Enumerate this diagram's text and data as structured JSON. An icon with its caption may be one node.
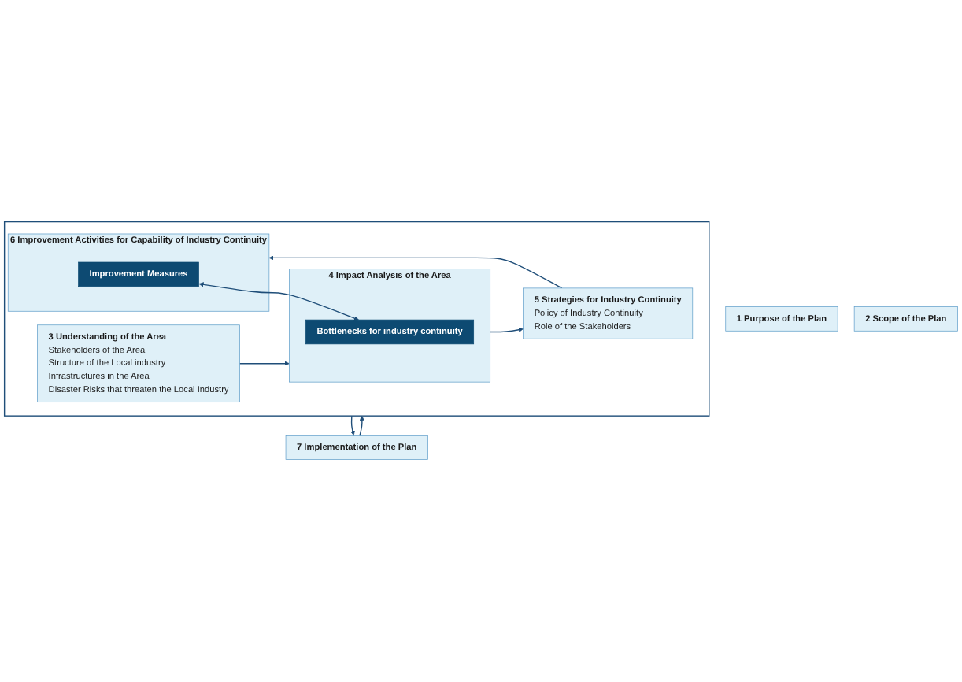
{
  "diagram": {
    "nodes": [
      {
        "text": [
          "1 Purpose of the Plan"
        ]
      },
      {
        "text": [
          "2 Scope of the Plan"
        ]
      },
      {
        "text": [],
        "shape": "box"
      },
      {
        "text": [
          "3 Understanding of the Area",
          "Stakeholders of the Area",
          "Structure of the Local industry",
          "Infrastructures in the Area",
          "Disaster Risks that threaten the Local Industry"
        ],
        "in": 2
      },
      {
        "text": [
          "4 Impact Analysis of the Area"
        ],
        "in": 2
      },
      {
        "text": [
          "Bottlenecks for industry continuity"
        ],
        "in": 4
      },
      {
        "text": [
          "5 Strategies for Industry Continuity",
          "Policy of Industry Continuity",
          "Role of the Stakeholders"
        ],
        "in": 2
      },
      {
        "text": [
          "6 Improvement Activities for Capability of Industry Continuity"
        ],
        "in": 2
      },
      {
        "text": [
          "Improvement Measures"
        ],
        "in": 7
      },
      {
        "text": [
          "7 Implementation of the Plan"
        ]
      }
    ],
    "edges": [
      {
        "from": 3,
        "to": 4,
        "arrow": "to"
      },
      {
        "from": 4,
        "to": 6,
        "arrow": "to"
      },
      {
        "from": 6,
        "to": 7,
        "arrow": "to"
      },
      {
        "from": 8,
        "to": 5,
        "arrow": "both"
      },
      {
        "from": 2,
        "to": 9,
        "arrow": "to"
      },
      {
        "from": 9,
        "to": 2,
        "arrow": "to"
      }
    ]
  }
}
